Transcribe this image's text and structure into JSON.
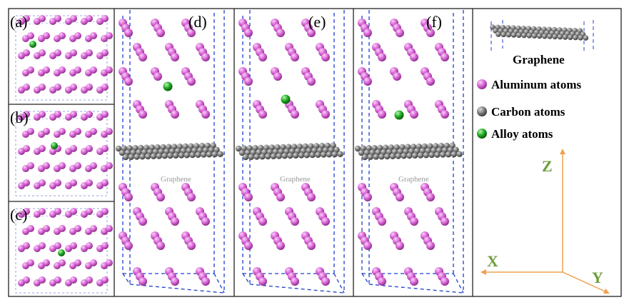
{
  "panels": {
    "a": "(a)",
    "b": "(b)",
    "c": "(c)",
    "d": "(d)",
    "e": "(e)",
    "f": "(f)"
  },
  "graphene_label": "Graphene",
  "legend": {
    "graphene": "Graphene",
    "aluminum": "Aluminum atoms",
    "carbon": "Carbon atoms",
    "alloy": "Alloy atoms"
  },
  "axes": {
    "z": "Z",
    "x": "X",
    "y": "Y"
  },
  "colors": {
    "aluminum": "#d866d6",
    "carbon": "#7a7a7a",
    "alloy": "#22aa22",
    "axis_arrow": "#f0a050",
    "axis_label": "#6f9e3f",
    "dashed_box": "#1c3fd0"
  }
}
